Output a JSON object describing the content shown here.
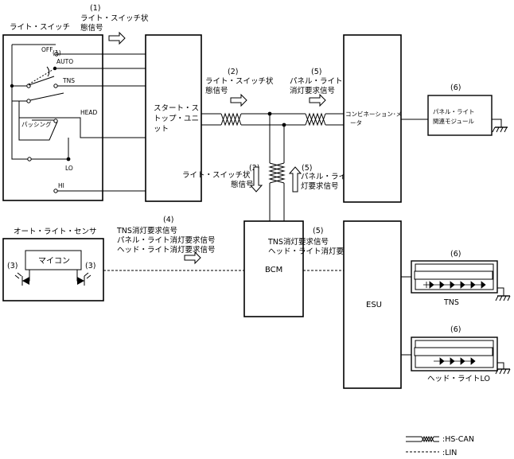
{
  "labels": {
    "light_switch": "ライト・スイッチ",
    "sw_off": "OFF",
    "sw_auto": "AUTO",
    "sw_tns": "TNS",
    "sw_head": "HEAD",
    "sw_passing": "パッシング",
    "sw_lo": "LO",
    "sw_hi": "HI",
    "start_stop_unit": [
      "スタート・ス",
      "トップ・ユニ",
      "ット"
    ],
    "combination_meter": "コンビネーション･メ",
    "combination_meter2": "ータ",
    "panel_module": [
      "パネル・ライト",
      "関連モジュール"
    ],
    "bcm": "BCM",
    "esu": "ESU",
    "auto_light_sensor": "オート・ライト・センサ",
    "microcomputer": "マイコン",
    "tns": "TNS",
    "head_lo": "ヘッド・ライトLO"
  },
  "signals": {
    "n1_top": "(1)",
    "sig1": [
      "ライト・スイッチ状",
      "態信号"
    ],
    "n1_sw": "(1)",
    "n2a": "(2)",
    "sig2a": [
      "ライト・スイッチ状",
      "態信号"
    ],
    "n5a": "(5)",
    "sig5a": [
      "パネル・ライト",
      "消灯要求信号"
    ],
    "n6a": "(6)",
    "n2b": "(2)",
    "sig2b": [
      "ライト・スイッチ状",
      "態信号"
    ],
    "n5b": "(5)",
    "sig5b": [
      "パネル・ライト消",
      "灯要求信号"
    ],
    "n4": "(4)",
    "sig4": [
      "TNS消灯要求信号",
      "パネル・ライト消灯要求信号",
      "ヘッド・ライト消灯要求信号"
    ],
    "n5c": "(5)",
    "sig5c": [
      "TNS消灯要求信号",
      "ヘッド・ライト消灯要求信号"
    ],
    "n3l": "(3)",
    "n3r": "(3)",
    "n6b": "(6)",
    "n6c": "(6)"
  },
  "legend": {
    "hs_can": ":HS-CAN",
    "lin": ":LIN"
  }
}
